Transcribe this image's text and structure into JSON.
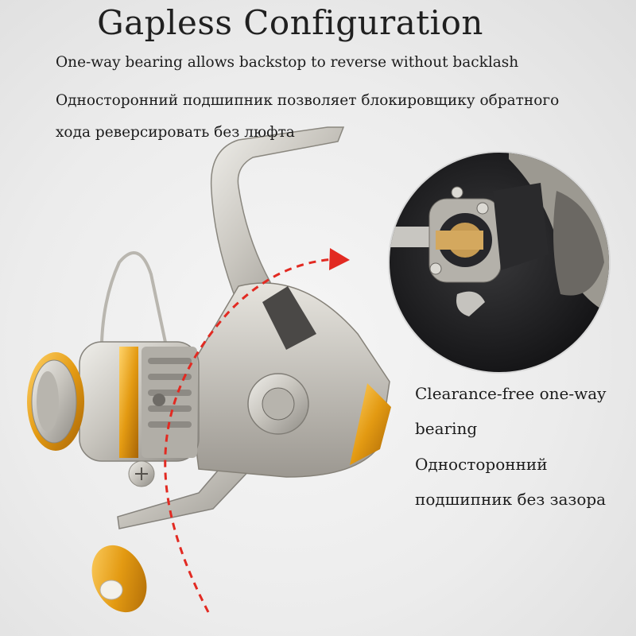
{
  "title": "Gapless Configuration",
  "description": {
    "line1": "One-way bearing allows backstop to reverse without backlash",
    "line2": "Односторонний подшипник позволяет блокировщику обратного",
    "line3": "хода реверсировать без люфта"
  },
  "callout": {
    "line1": "Clearance-free one-way",
    "line2": "bearing",
    "line3": "Односторонний",
    "line4": "подшипник без зазора"
  },
  "colors": {
    "body_silver": "#c9c6bf",
    "accent_gold": "#e39a12",
    "arrow_red": "#e22a22",
    "inset_dark": "#1d1d1f"
  },
  "icons": [
    "fishing-reel-image",
    "bearing-closeup-image",
    "curved-arrow-icon"
  ]
}
